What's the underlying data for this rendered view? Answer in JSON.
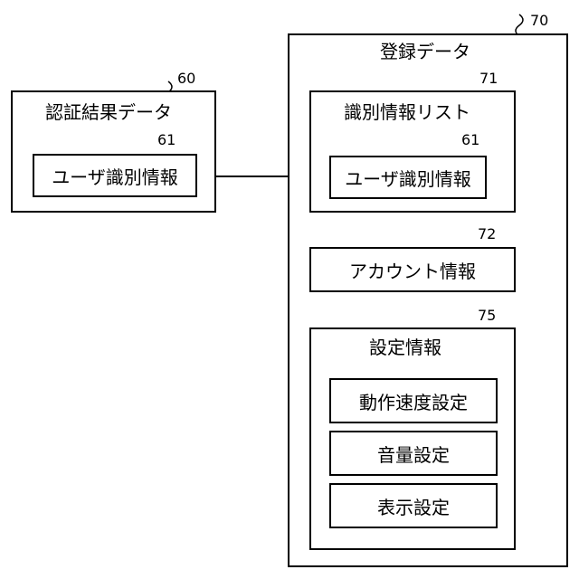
{
  "auth_result": {
    "ref": "60",
    "title": "認証結果データ",
    "user_id": {
      "ref": "61",
      "label": "ユーザ識別情報"
    }
  },
  "registration": {
    "ref": "70",
    "title": "登録データ",
    "id_list": {
      "ref": "71",
      "title": "識別情報リスト",
      "user_id": {
        "ref": "61",
        "label": "ユーザ識別情報"
      }
    },
    "account": {
      "ref": "72",
      "label": "アカウント情報"
    },
    "settings": {
      "ref": "75",
      "title": "設定情報",
      "items": [
        "動作速度設定",
        "音量設定",
        "表示設定"
      ]
    }
  }
}
